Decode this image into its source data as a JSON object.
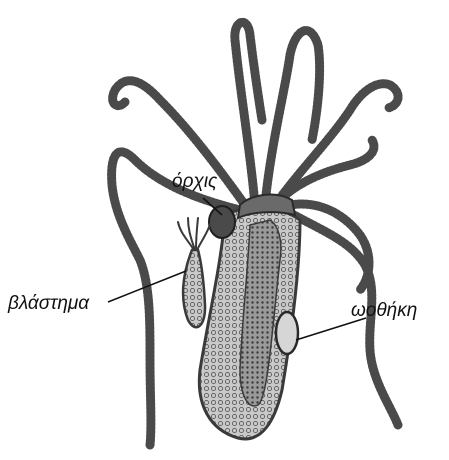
{
  "diagram": {
    "labels": {
      "testis": "όρχις",
      "bud": "βλάστημα",
      "ovary": "ωοθήκη"
    }
  },
  "colors": {
    "ink": "#3a3a3a",
    "body_fill": "#bdbdbd",
    "dark_organ": "#4a4a4a",
    "background": "#ffffff"
  }
}
